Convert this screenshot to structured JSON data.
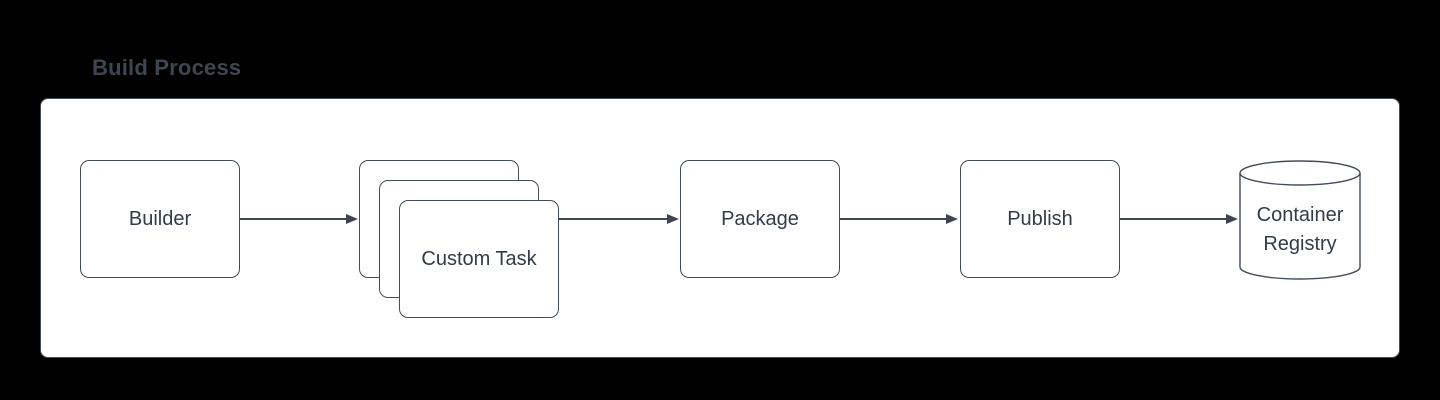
{
  "title": "Build Process",
  "colors": {
    "background": "#000000",
    "panel_fill": "#ffffff",
    "shape_stroke": "#454d5a",
    "shape_text": "#333b48",
    "title_text": "#3e4653",
    "connector": "#3e4653"
  },
  "diagram": {
    "nodes": [
      {
        "id": "builder",
        "label": "Builder",
        "shape": "rounded-rectangle"
      },
      {
        "id": "custom-task",
        "label": "Custom Task",
        "shape": "stacked-rounded-rectangles"
      },
      {
        "id": "package",
        "label": "Package",
        "shape": "rounded-rectangle"
      },
      {
        "id": "publish",
        "label": "Publish",
        "shape": "rounded-rectangle"
      },
      {
        "id": "container-registry",
        "label": "Container Registry",
        "shape": "cylinder"
      }
    ],
    "connectors": [
      {
        "from": "builder",
        "to": "custom-task"
      },
      {
        "from": "custom-task",
        "to": "package"
      },
      {
        "from": "package",
        "to": "publish"
      },
      {
        "from": "publish",
        "to": "container-registry"
      }
    ]
  }
}
